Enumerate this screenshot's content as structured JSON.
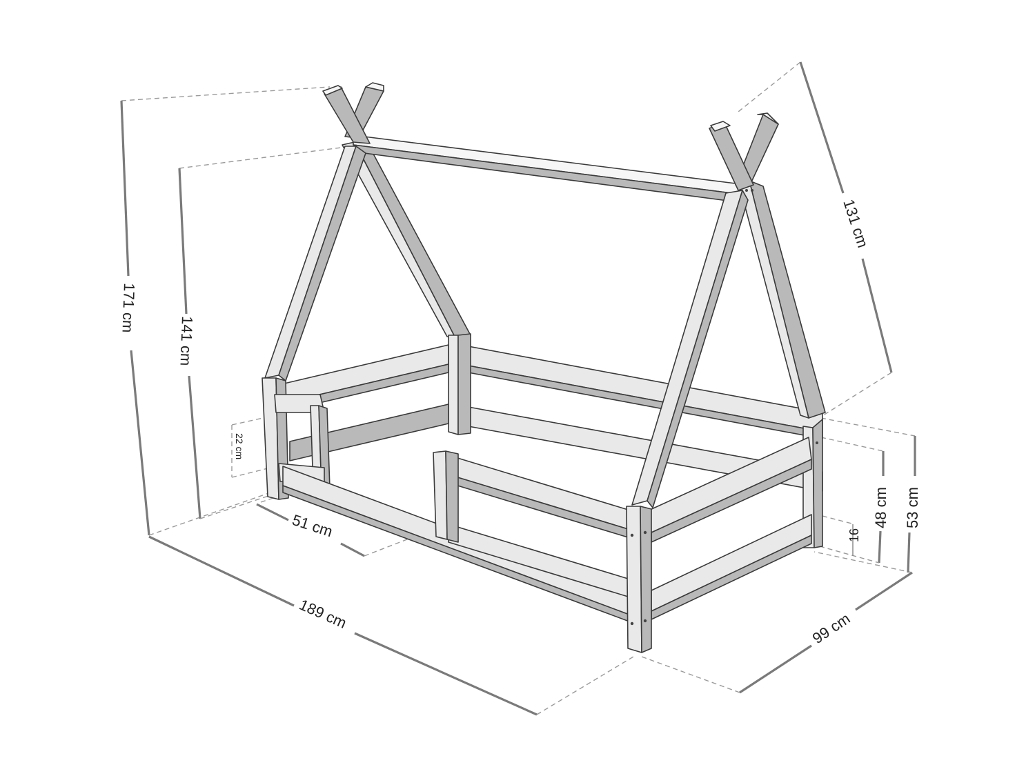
{
  "diagram": {
    "subject": "Teepee (tent-style) children's floor bed frame with side rails",
    "colors": {
      "background": "#ffffff",
      "beam_light": "#e9e9e9",
      "beam_mid": "#b9b9b9",
      "outline": "#3a3a3a",
      "dimension_line": "#7a7a7a"
    },
    "dimensions": {
      "total_height": "171 cm",
      "inner_height": "141 cm",
      "roof_ridge_length": "131 cm",
      "total_length": "189 cm",
      "total_width": "99 cm",
      "side_height_outer": "53 cm",
      "side_height_inner": "48 cm",
      "floor_clearance": "16",
      "rail_height": "22 cm",
      "entry_opening": "51 cm"
    }
  }
}
